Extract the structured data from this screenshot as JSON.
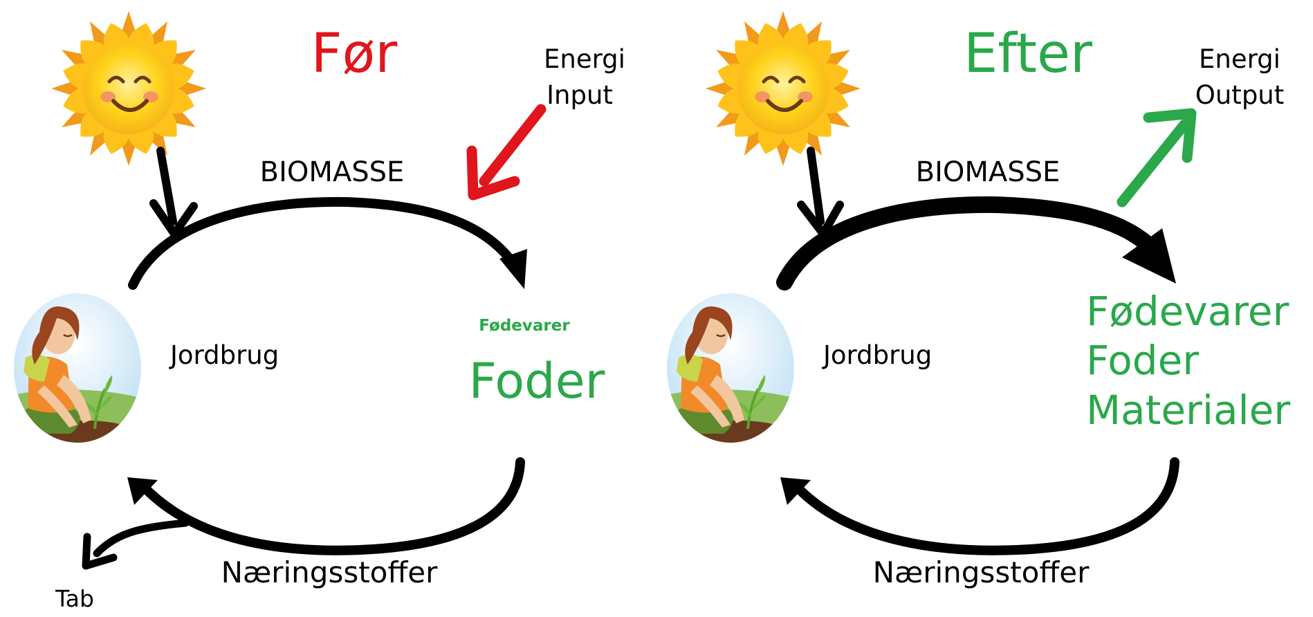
{
  "colors": {
    "red": "#e0161c",
    "green": "#2aa84a",
    "ink": "#000000",
    "sun_core": "#ffd21a",
    "sun_ray": "#f6a21a",
    "sun_ray_outer": "#e8801a",
    "cheek": "#f2896b",
    "sky": "#cde6f7",
    "grass": "#7cb356",
    "hair": "#9a4420",
    "skin": "#f2c7a0",
    "shirt": "#f28a2a",
    "sleeve": "#c8d44a",
    "pants": "#5e8a2e",
    "soil": "#6b3a1e",
    "plant": "#6fb83a"
  },
  "icons": {
    "sun": "smiling-sun-icon",
    "farmer": "farmer-planting-icon"
  },
  "panels": [
    {
      "key": "before",
      "title": "Før",
      "title_color": "#e0161c",
      "energy_line1": "Energi",
      "energy_line2": "Input",
      "energy_arrow": "in",
      "energy_arrow_color": "#e0161c",
      "top_flow": "BIOMASSE",
      "top_flow_weight": "normal",
      "farm": "Jordbrug",
      "products_small": "Fødevarer",
      "products_large": [
        "Foder"
      ],
      "bottom_flow": "Næringsstoffer",
      "loss": "Tab"
    },
    {
      "key": "after",
      "title": "Efter",
      "title_color": "#2aa84a",
      "energy_line1": "Energi",
      "energy_line2": "Output",
      "energy_arrow": "out",
      "energy_arrow_color": "#2aa84a",
      "top_flow": "BIOMASSE",
      "top_flow_weight": "heavy",
      "farm": "Jordbrug",
      "products_large": [
        "Fødevarer",
        "Foder",
        "Materialer"
      ],
      "bottom_flow": "Næringsstoffer"
    }
  ]
}
